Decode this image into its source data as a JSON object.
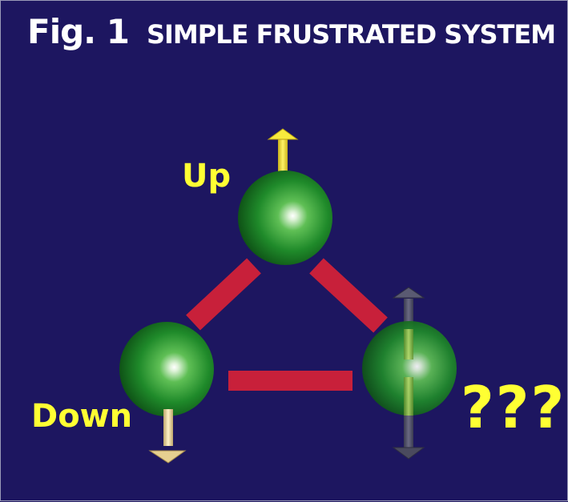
{
  "figure": {
    "number_label": "Fig. 1",
    "title": "SIMPLE FRUSTRATED SYSTEM"
  },
  "diagram": {
    "nodes": [
      {
        "id": "top",
        "label": "Up",
        "spin": "up"
      },
      {
        "id": "left",
        "label": "Down",
        "spin": "down"
      },
      {
        "id": "right",
        "label": "???",
        "spin": "undetermined"
      }
    ],
    "links": [
      {
        "from": "top",
        "to": "left"
      },
      {
        "from": "top",
        "to": "right"
      },
      {
        "from": "left",
        "to": "right"
      }
    ]
  },
  "colors": {
    "background": "#1d1660",
    "title": "#ffffff",
    "label": "#ffff33",
    "bond": "#c8203a",
    "sphere": "#1f8a2a",
    "spin_up_arrow": "#f2e23a",
    "spin_down_arrow": "#efd9a0",
    "spin_unknown_arrow": "#4d4d63"
  }
}
